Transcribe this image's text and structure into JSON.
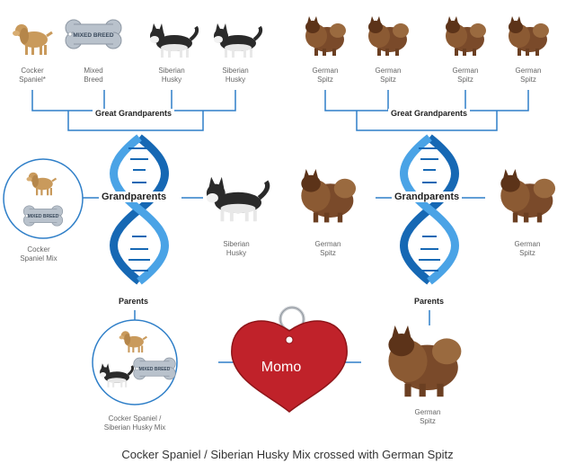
{
  "colors": {
    "line": "#2f7fc8",
    "dna_dark": "#1668b4",
    "dna_light": "#4aa3e6",
    "heart": "#c0222a",
    "tag_metal": "#b9c2cc",
    "husky_black": "#2a2a2a",
    "spitz_brown": "#7a4a2a",
    "spaniel_tan": "#c99a5c"
  },
  "left": {
    "great_grandparents_label": "Great Grandparents",
    "great_grandparents": [
      {
        "label": "Cocker\nSpaniel*",
        "icon": "cocker-spaniel-icon"
      },
      {
        "label": "Mixed\nBreed",
        "icon": "mixed-breed-tag-icon"
      },
      {
        "label": "Siberian\nHusky",
        "icon": "siberian-husky-icon"
      },
      {
        "label": "Siberian\nHusky",
        "icon": "siberian-husky-icon"
      }
    ],
    "grandparents_label": "Grandparents",
    "grandparents": [
      {
        "label": "Cocker\nSpaniel Mix",
        "icon": "cocker-spaniel-mix-icon"
      },
      {
        "label": "Siberian\nHusky",
        "icon": "siberian-husky-icon"
      }
    ],
    "tag_text": "MIXED BREED"
  },
  "right": {
    "great_grandparents_label": "Great Grandparents",
    "great_grandparents": [
      {
        "label": "German\nSpitz",
        "icon": "german-spitz-icon"
      },
      {
        "label": "German\nSpitz",
        "icon": "german-spitz-icon"
      },
      {
        "label": "German\nSpitz",
        "icon": "german-spitz-icon"
      },
      {
        "label": "German\nSpitz",
        "icon": "german-spitz-icon"
      }
    ],
    "grandparents_label": "Grandparents",
    "grandparents": [
      {
        "label": "German\nSpitz",
        "icon": "german-spitz-icon"
      },
      {
        "label": "German\nSpitz",
        "icon": "german-spitz-icon"
      }
    ]
  },
  "parents": {
    "left_label": "Parents",
    "right_label": "Parents",
    "left": {
      "label": "Cocker Spaniel /\nSiberian Husky Mix",
      "tag_text": "MIXED BREED"
    },
    "right": {
      "label": "German\nSpitz"
    }
  },
  "pet_name": "Momo",
  "caption": "Cocker Spaniel / Siberian Husky Mix crossed with German Spitz"
}
